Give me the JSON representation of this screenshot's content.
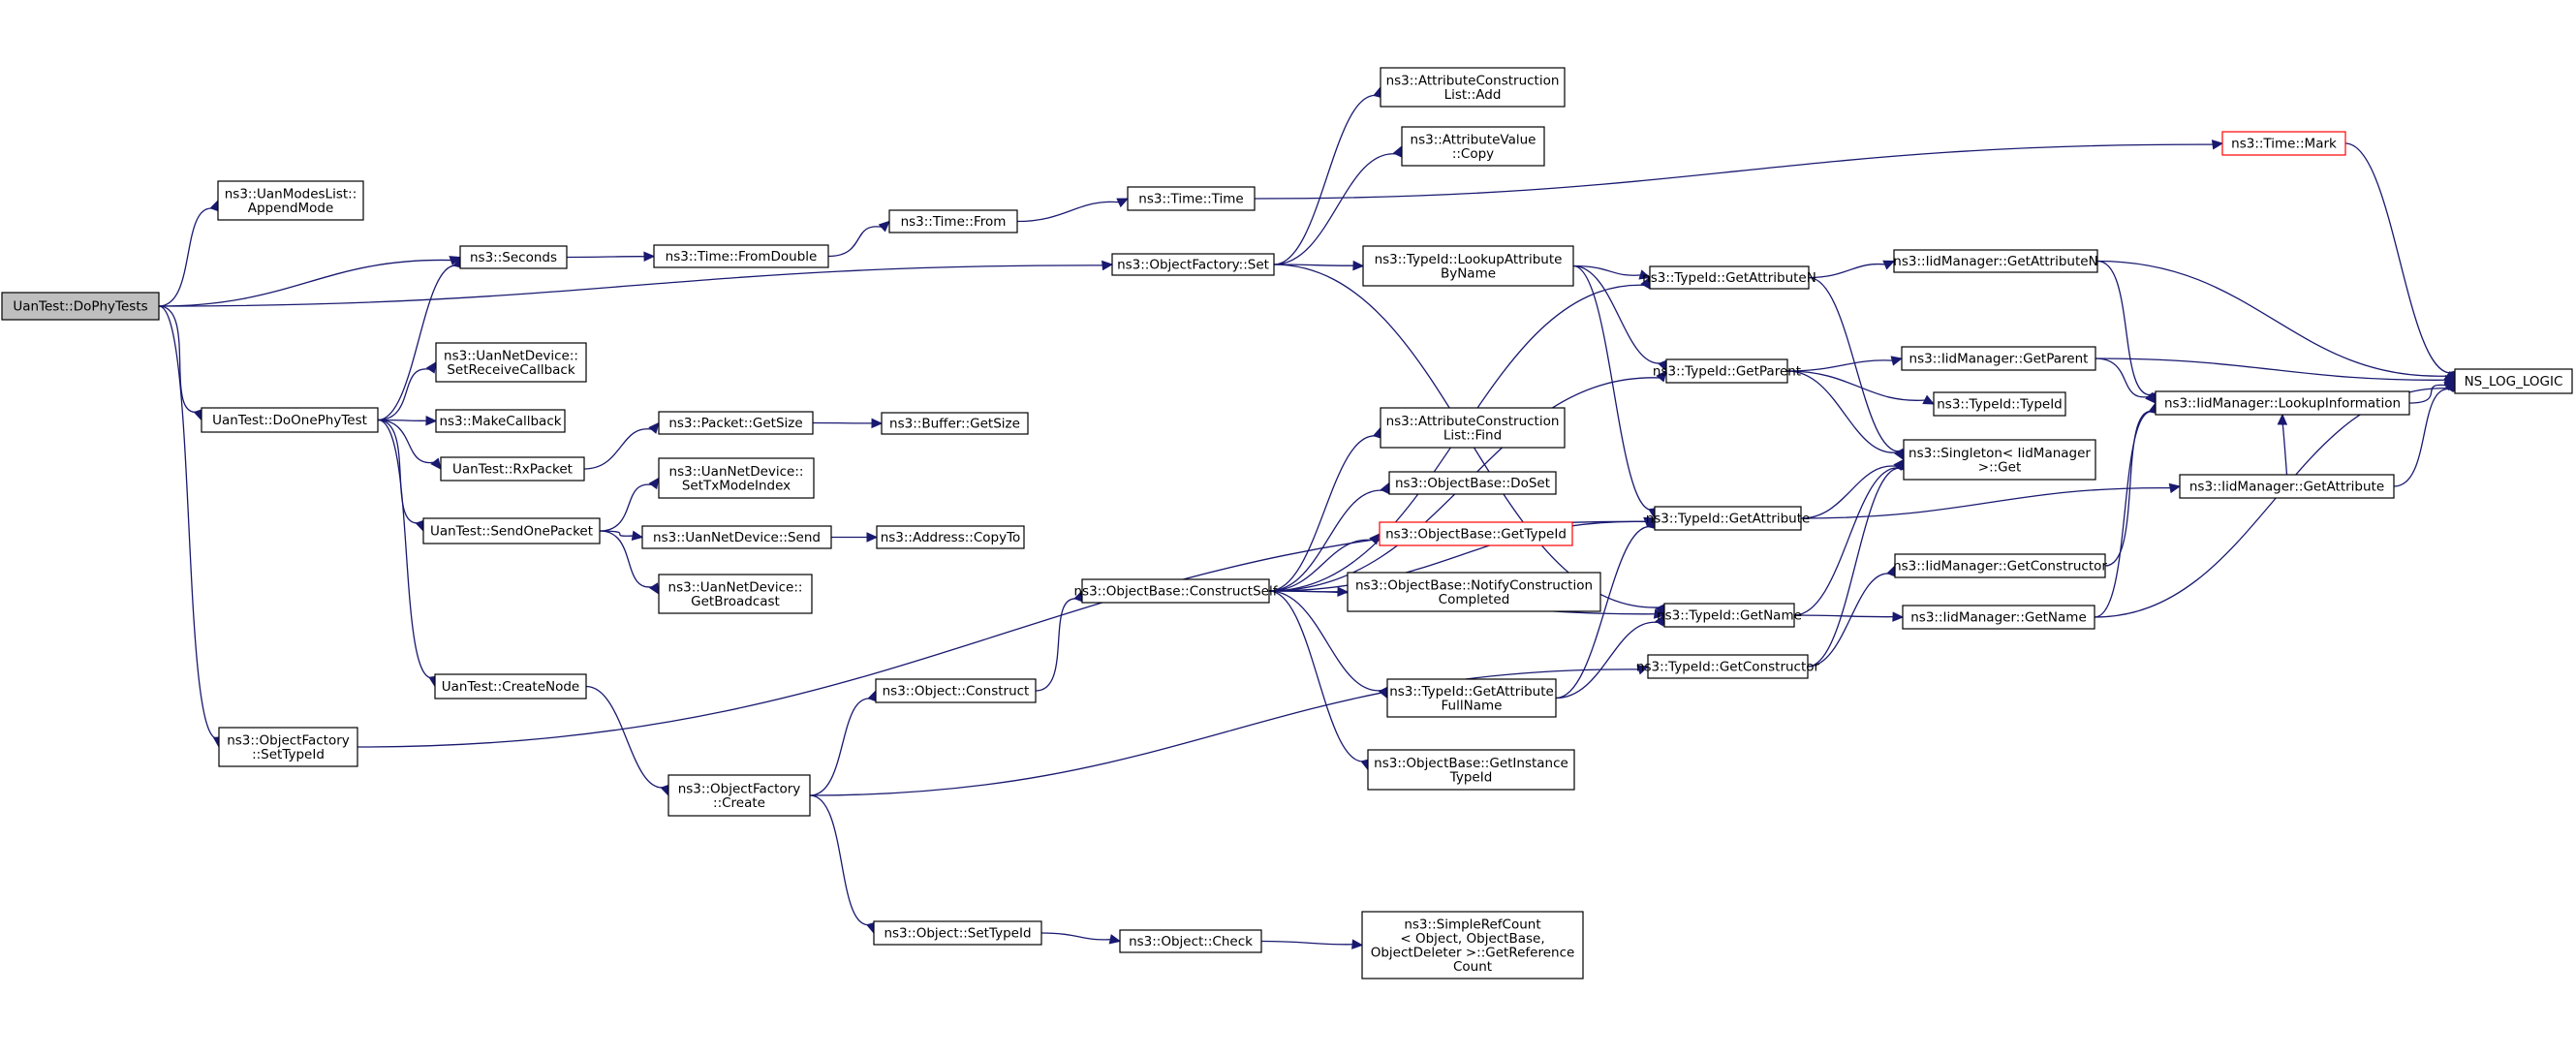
{
  "graph": {
    "nodes": [
      {
        "id": "n_dophytests",
        "lines": [
          "UanTest::DoPhyTests"
        ],
        "style": "root"
      },
      {
        "id": "n_appendmode",
        "lines": [
          "ns3::UanModesList::",
          "AppendMode"
        ]
      },
      {
        "id": "n_seconds",
        "lines": [
          "ns3::Seconds"
        ]
      },
      {
        "id": "n_objfactory_set",
        "lines": [
          "ns3::ObjectFactory::Set"
        ]
      },
      {
        "id": "n_doonephytest",
        "lines": [
          "UanTest::DoOnePhyTest"
        ]
      },
      {
        "id": "n_setreceivecb",
        "lines": [
          "ns3::UanNetDevice::",
          "SetReceiveCallback"
        ]
      },
      {
        "id": "n_makecallback",
        "lines": [
          "ns3::MakeCallback"
        ]
      },
      {
        "id": "n_rxpacket",
        "lines": [
          "UanTest::RxPacket"
        ]
      },
      {
        "id": "n_sendonepacket",
        "lines": [
          "UanTest::SendOnePacket"
        ]
      },
      {
        "id": "n_createnode",
        "lines": [
          "UanTest::CreateNode"
        ]
      },
      {
        "id": "n_objfactory_settypeid",
        "lines": [
          "ns3::ObjectFactory",
          "::SetTypeId"
        ]
      },
      {
        "id": "n_time_fromdouble",
        "lines": [
          "ns3::Time::FromDouble"
        ]
      },
      {
        "id": "n_time_from",
        "lines": [
          "ns3::Time::From"
        ]
      },
      {
        "id": "n_time_time",
        "lines": [
          "ns3::Time::Time"
        ]
      },
      {
        "id": "n_packet_getsize",
        "lines": [
          "ns3::Packet::GetSize"
        ]
      },
      {
        "id": "n_buffer_getsize",
        "lines": [
          "ns3::Buffer::GetSize"
        ]
      },
      {
        "id": "n_settxmodeindex",
        "lines": [
          "ns3::UanNetDevice::",
          "SetTxModeIndex"
        ]
      },
      {
        "id": "n_uannetdevice_send",
        "lines": [
          "ns3::UanNetDevice::Send"
        ]
      },
      {
        "id": "n_address_copyto",
        "lines": [
          "ns3::Address::CopyTo"
        ]
      },
      {
        "id": "n_getbroadcast",
        "lines": [
          "ns3::UanNetDevice::",
          "GetBroadcast"
        ]
      },
      {
        "id": "n_objfactory_create",
        "lines": [
          "ns3::ObjectFactory",
          "::Create"
        ]
      },
      {
        "id": "n_object_construct",
        "lines": [
          "ns3::Object::Construct"
        ]
      },
      {
        "id": "n_object_settypeid",
        "lines": [
          "ns3::Object::SetTypeId"
        ]
      },
      {
        "id": "n_object_check",
        "lines": [
          "ns3::Object::Check"
        ]
      },
      {
        "id": "n_simplerefcount",
        "lines": [
          "ns3::SimpleRefCount",
          "< Object, ObjectBase,",
          "ObjectDeleter >::GetReference",
          "Count"
        ]
      },
      {
        "id": "n_attrconslist_add",
        "lines": [
          "ns3::AttributeConstruction",
          "List::Add"
        ]
      },
      {
        "id": "n_attrvalue_copy",
        "lines": [
          "ns3::AttributeValue",
          "::Copy"
        ]
      },
      {
        "id": "n_lookupattrbyname",
        "lines": [
          "ns3::TypeId::LookupAttribute",
          "ByName"
        ]
      },
      {
        "id": "n_attrconslist_find",
        "lines": [
          "ns3::AttributeConstruction",
          "List::Find"
        ]
      },
      {
        "id": "n_objectbase_doset",
        "lines": [
          "ns3::ObjectBase::DoSet"
        ]
      },
      {
        "id": "n_objectbase_gettypeid",
        "lines": [
          "ns3::ObjectBase::GetTypeId"
        ],
        "style": "red"
      },
      {
        "id": "n_objectbase_constructself",
        "lines": [
          "ns3::ObjectBase::ConstructSelf"
        ]
      },
      {
        "id": "n_notifyconstruction",
        "lines": [
          "ns3::ObjectBase::NotifyConstruction",
          "Completed"
        ]
      },
      {
        "id": "n_getattrfullname",
        "lines": [
          "ns3::TypeId::GetAttribute",
          "FullName"
        ]
      },
      {
        "id": "n_getinstancetypeid",
        "lines": [
          "ns3::ObjectBase::GetInstance",
          "TypeId"
        ]
      },
      {
        "id": "n_typeid_getattributen",
        "lines": [
          "ns3::TypeId::GetAttributeN"
        ]
      },
      {
        "id": "n_typeid_getparent",
        "lines": [
          "ns3::TypeId::GetParent"
        ]
      },
      {
        "id": "n_typeid_getattribute",
        "lines": [
          "ns3::TypeId::GetAttribute"
        ]
      },
      {
        "id": "n_typeid_getname",
        "lines": [
          "ns3::TypeId::GetName"
        ]
      },
      {
        "id": "n_typeid_getconstructor",
        "lines": [
          "ns3::TypeId::GetConstructor"
        ]
      },
      {
        "id": "n_time_mark",
        "lines": [
          "ns3::Time::Mark"
        ],
        "style": "red"
      },
      {
        "id": "n_iid_getattributen",
        "lines": [
          "ns3::IidManager::GetAttributeN"
        ]
      },
      {
        "id": "n_iid_getparent",
        "lines": [
          "ns3::IidManager::GetParent"
        ]
      },
      {
        "id": "n_typeid_typeid",
        "lines": [
          "ns3::TypeId::TypeId"
        ]
      },
      {
        "id": "n_singleton_get",
        "lines": [
          "ns3::Singleton< IidManager",
          ">::Get"
        ]
      },
      {
        "id": "n_iid_getattribute",
        "lines": [
          "ns3::IidManager::GetAttribute"
        ]
      },
      {
        "id": "n_iid_getconstructor",
        "lines": [
          "ns3::IidManager::GetConstructor"
        ]
      },
      {
        "id": "n_iid_getname",
        "lines": [
          "ns3::IidManager::GetName"
        ]
      },
      {
        "id": "n_iid_lookupinformation",
        "lines": [
          "ns3::IidManager::LookupInformation"
        ]
      },
      {
        "id": "n_ns_log_logic",
        "lines": [
          "NS_LOG_LOGIC"
        ]
      }
    ],
    "edges": [
      [
        "n_dophytests",
        "n_appendmode"
      ],
      [
        "n_dophytests",
        "n_seconds"
      ],
      [
        "n_dophytests",
        "n_objfactory_set"
      ],
      [
        "n_dophytests",
        "n_doonephytest"
      ],
      [
        "n_dophytests",
        "n_objfactory_settypeid"
      ],
      [
        "n_seconds",
        "n_time_fromdouble"
      ],
      [
        "n_time_fromdouble",
        "n_time_from"
      ],
      [
        "n_time_from",
        "n_time_time"
      ],
      [
        "n_time_time",
        "n_time_mark"
      ],
      [
        "n_time_mark",
        "n_ns_log_logic"
      ],
      [
        "n_objfactory_set",
        "n_attrconslist_add"
      ],
      [
        "n_objfactory_set",
        "n_attrvalue_copy"
      ],
      [
        "n_objfactory_set",
        "n_lookupattrbyname"
      ],
      [
        "n_objfactory_set",
        "n_typeid_getname"
      ],
      [
        "n_doonephytest",
        "n_seconds"
      ],
      [
        "n_doonephytest",
        "n_setreceivecb"
      ],
      [
        "n_doonephytest",
        "n_makecallback"
      ],
      [
        "n_doonephytest",
        "n_rxpacket"
      ],
      [
        "n_doonephytest",
        "n_sendonepacket"
      ],
      [
        "n_doonephytest",
        "n_createnode"
      ],
      [
        "n_rxpacket",
        "n_packet_getsize"
      ],
      [
        "n_packet_getsize",
        "n_buffer_getsize"
      ],
      [
        "n_sendonepacket",
        "n_settxmodeindex"
      ],
      [
        "n_sendonepacket",
        "n_uannetdevice_send"
      ],
      [
        "n_sendonepacket",
        "n_getbroadcast"
      ],
      [
        "n_uannetdevice_send",
        "n_address_copyto"
      ],
      [
        "n_createnode",
        "n_objfactory_create"
      ],
      [
        "n_objfactory_create",
        "n_object_construct"
      ],
      [
        "n_objfactory_create",
        "n_object_settypeid"
      ],
      [
        "n_objfactory_create",
        "n_typeid_getconstructor"
      ],
      [
        "n_object_settypeid",
        "n_object_check"
      ],
      [
        "n_object_check",
        "n_simplerefcount"
      ],
      [
        "n_object_construct",
        "n_objectbase_constructself"
      ],
      [
        "n_objfactory_settypeid",
        "n_typeid_getattribute"
      ],
      [
        "n_objectbase_constructself",
        "n_typeid_getattributen"
      ],
      [
        "n_objectbase_constructself",
        "n_typeid_getparent"
      ],
      [
        "n_objectbase_constructself",
        "n_attrconslist_find"
      ],
      [
        "n_objectbase_constructself",
        "n_objectbase_doset"
      ],
      [
        "n_objectbase_constructself",
        "n_objectbase_gettypeid"
      ],
      [
        "n_objectbase_constructself",
        "n_notifyconstruction"
      ],
      [
        "n_objectbase_constructself",
        "n_typeid_getattribute"
      ],
      [
        "n_objectbase_constructself",
        "n_getattrfullname"
      ],
      [
        "n_objectbase_constructself",
        "n_getinstancetypeid"
      ],
      [
        "n_objectbase_constructself",
        "n_typeid_getname"
      ],
      [
        "n_lookupattrbyname",
        "n_typeid_getattributen"
      ],
      [
        "n_lookupattrbyname",
        "n_typeid_getparent"
      ],
      [
        "n_lookupattrbyname",
        "n_typeid_getattribute"
      ],
      [
        "n_getattrfullname",
        "n_typeid_getattribute"
      ],
      [
        "n_getattrfullname",
        "n_typeid_getname"
      ],
      [
        "n_typeid_getattributen",
        "n_iid_getattributen"
      ],
      [
        "n_typeid_getattributen",
        "n_singleton_get"
      ],
      [
        "n_typeid_getparent",
        "n_iid_getparent"
      ],
      [
        "n_typeid_getparent",
        "n_typeid_typeid"
      ],
      [
        "n_typeid_getparent",
        "n_singleton_get"
      ],
      [
        "n_typeid_getattribute",
        "n_singleton_get"
      ],
      [
        "n_typeid_getattribute",
        "n_iid_getattribute"
      ],
      [
        "n_typeid_getname",
        "n_singleton_get"
      ],
      [
        "n_typeid_getname",
        "n_iid_getname"
      ],
      [
        "n_typeid_getconstructor",
        "n_singleton_get"
      ],
      [
        "n_typeid_getconstructor",
        "n_iid_getconstructor"
      ],
      [
        "n_iid_getattributen",
        "n_iid_lookupinformation"
      ],
      [
        "n_iid_getattributen",
        "n_ns_log_logic"
      ],
      [
        "n_iid_getparent",
        "n_iid_lookupinformation"
      ],
      [
        "n_iid_getparent",
        "n_ns_log_logic"
      ],
      [
        "n_iid_getattribute",
        "n_iid_lookupinformation"
      ],
      [
        "n_iid_getattribute",
        "n_ns_log_logic"
      ],
      [
        "n_iid_getconstructor",
        "n_iid_lookupinformation"
      ],
      [
        "n_iid_getname",
        "n_iid_lookupinformation"
      ],
      [
        "n_iid_getname",
        "n_ns_log_logic"
      ],
      [
        "n_iid_lookupinformation",
        "n_ns_log_logic"
      ]
    ]
  }
}
